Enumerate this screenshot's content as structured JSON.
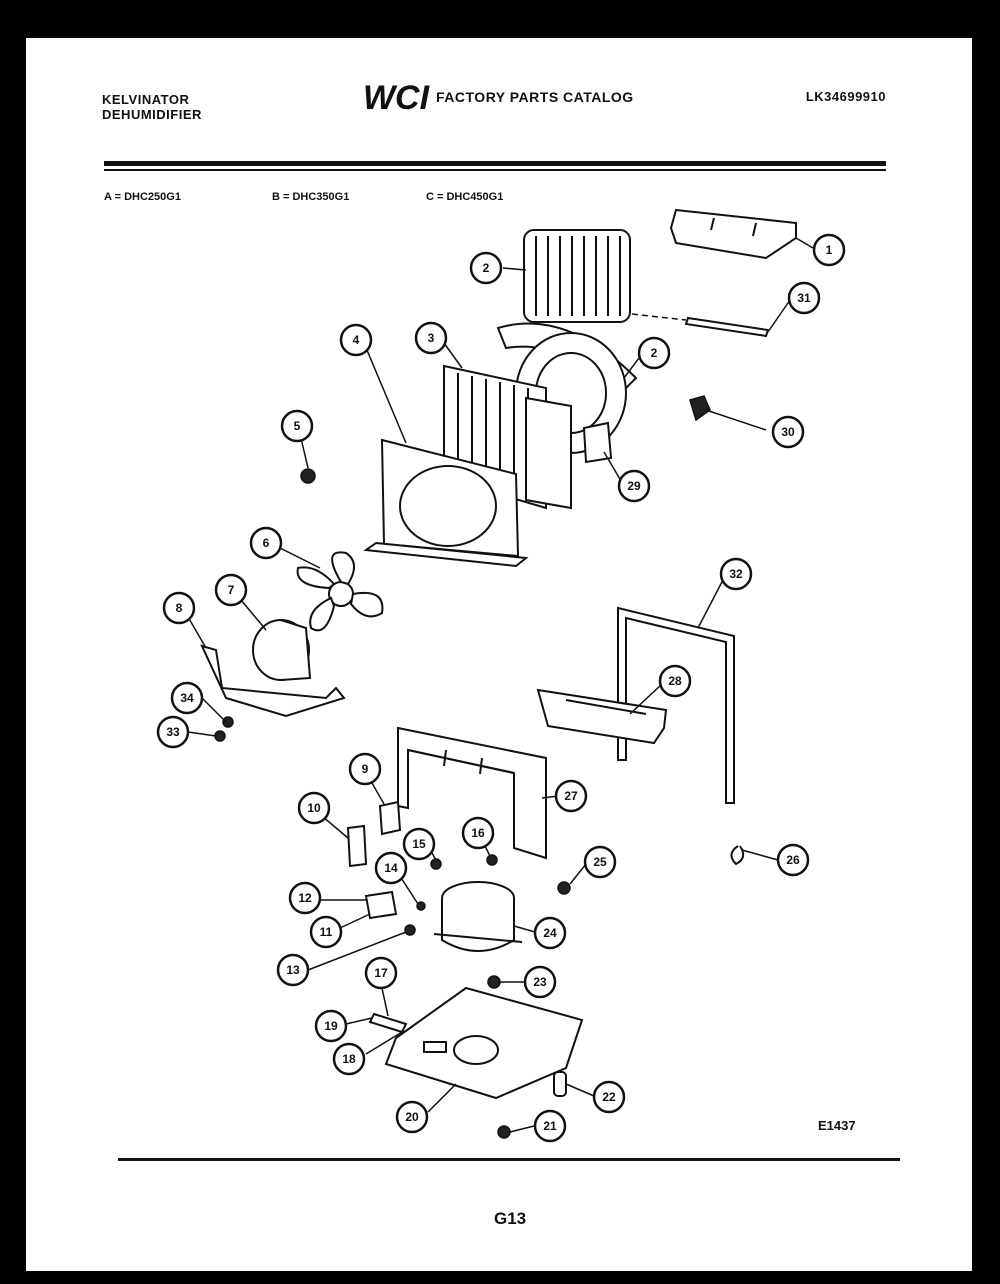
{
  "header": {
    "brand_line1": "KELVINATOR",
    "brand_line2": "DEHUMIDIFIER",
    "logo_text": "WCI",
    "catalog_title": "FACTORY PARTS CATALOG",
    "part_number": "LK34699910"
  },
  "models": [
    {
      "label": "A = DHC250G1"
    },
    {
      "label": "B = DHC350G1"
    },
    {
      "label": "C = DHC450G1"
    }
  ],
  "callouts": [
    "1",
    "2",
    "31",
    "2",
    "3",
    "4",
    "5",
    "30",
    "29",
    "6",
    "32",
    "7",
    "8",
    "28",
    "34",
    "33",
    "9",
    "27",
    "10",
    "15",
    "16",
    "14",
    "25",
    "26",
    "12",
    "24",
    "11",
    "13",
    "17",
    "23",
    "19",
    "18",
    "22",
    "20",
    "21"
  ],
  "figure_code": "E1437",
  "page_number": "G13"
}
